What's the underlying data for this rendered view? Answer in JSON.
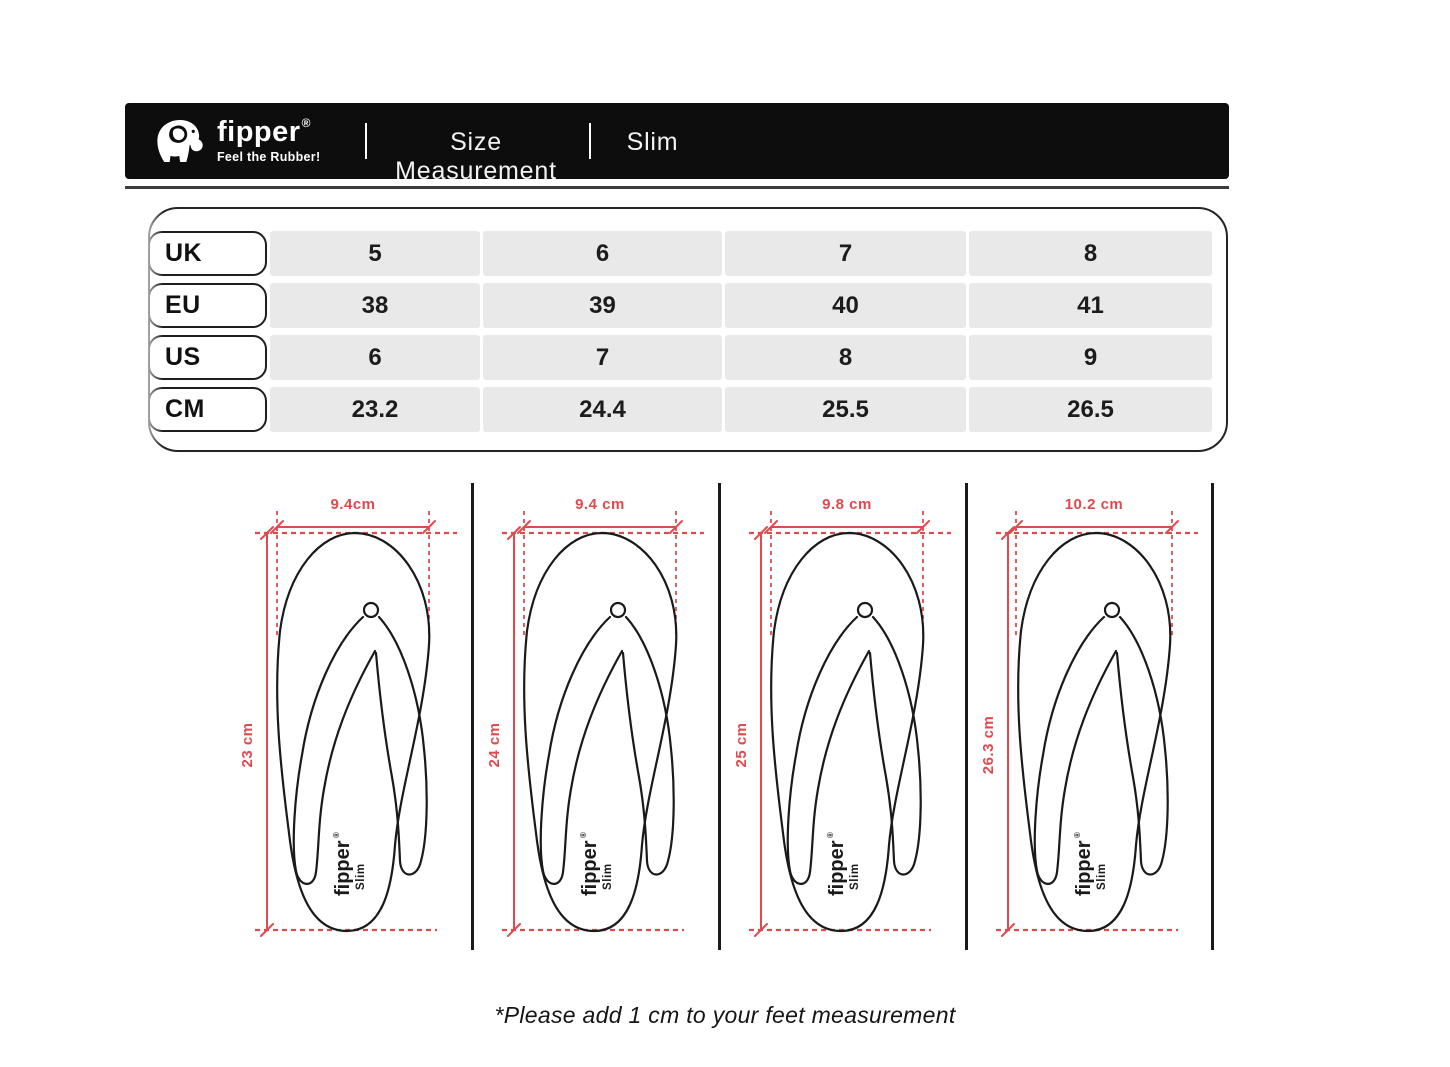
{
  "header": {
    "brand": "fipper",
    "trademark": "®",
    "tagline": "Feel the Rubber!",
    "section_title": "Size Measurement",
    "variant": "Slim"
  },
  "size_table": {
    "rows": [
      {
        "label": "UK",
        "values": [
          "5",
          "6",
          "7",
          "8"
        ]
      },
      {
        "label": "EU",
        "values": [
          "38",
          "39",
          "40",
          "41"
        ]
      },
      {
        "label": "US",
        "values": [
          "6",
          "7",
          "8",
          "9"
        ]
      },
      {
        "label": "CM",
        "values": [
          "23.2",
          "24.4",
          "25.5",
          "26.5"
        ]
      }
    ]
  },
  "diagrams": [
    {
      "width_label": "9.4cm",
      "length_label": "23 cm",
      "sole_brand": "fipper",
      "sole_trademark": "®",
      "sole_model": "Slim"
    },
    {
      "width_label": "9.4 cm",
      "length_label": "24 cm",
      "sole_brand": "fipper",
      "sole_trademark": "®",
      "sole_model": "Slim"
    },
    {
      "width_label": "9.8 cm",
      "length_label": "25 cm",
      "sole_brand": "fipper",
      "sole_trademark": "®",
      "sole_model": "Slim"
    },
    {
      "width_label": "10.2 cm",
      "length_label": "26.3 cm",
      "sole_brand": "fipper",
      "sole_trademark": "®",
      "sole_model": "Slim"
    }
  ],
  "footnote": "*Please add 1 cm to your feet measurement",
  "colors": {
    "accent_red": "#e04a4e",
    "ink": "#1a1a1a",
    "header_bg": "#0d0d0d",
    "cell_gray": "#e9e9e9"
  }
}
